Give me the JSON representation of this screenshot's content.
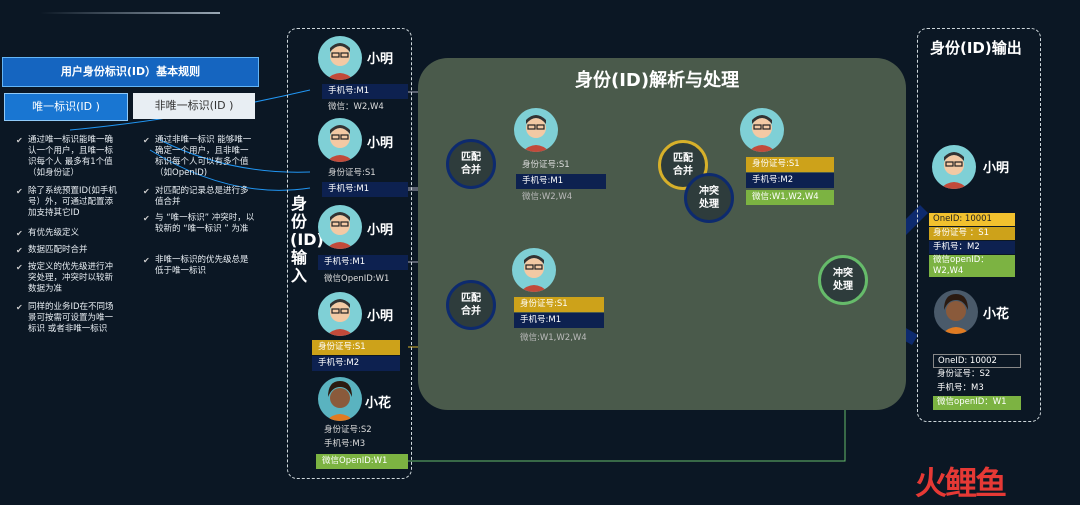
{
  "rules": {
    "title": "用户身份标识(ID）基本规则",
    "tab_unique": "唯一标识(ID )",
    "tab_nonunique": "非唯一标识(ID )",
    "unique_items": [
      "通过唯一标识能唯一确认一个用户，且唯一标识每个人 最多有1个值（如身份证）",
      "除了系统预置ID(如手机号）外，可通过配置添加支持其它ID",
      "有优先级定义",
      "数据匹配时合并",
      "按定义的优先级进行冲突处理，冲突时以较新数据为准",
      "同样的业务ID在不同场景可按需可设置为唯一标识 或者非唯一标识"
    ],
    "nonunique_items": [
      "通过非唯一标识 能够唯一确定一个用户，且非唯一标识每个人可以有多个值（如OpenID)",
      "对匹配的记录总是进行多值合并",
      "与 “唯一标识” 冲突时，以较新的 “唯一标识 ” 为准",
      "非唯一标识的优先级总是低于唯一标识"
    ]
  },
  "input": {
    "label": "身份(ID)输入",
    "people": [
      {
        "name": "小明",
        "fields": [
          "手机号:M1",
          "微信：W2,W4"
        ]
      },
      {
        "name": "小明",
        "fields": [
          "身份证号:S1",
          "手机号:M1"
        ]
      },
      {
        "name": "小明",
        "fields": [
          "手机号:M1",
          "微信OpenID:W1"
        ]
      },
      {
        "name": "小明",
        "fields": [
          "身份证号:S1",
          "手机号:M2"
        ]
      },
      {
        "name": "小花",
        "fields": [
          "身份证号:S2",
          "手机号:M3",
          "微信OpenID:W1"
        ]
      }
    ]
  },
  "process": {
    "title": "身份(ID)解析与处理",
    "match1": "匹配\n合并",
    "match2": "匹配\n合并",
    "match3": "匹配\n合并",
    "conflict1": "冲突\n处理",
    "conflict2": "冲突\n处理",
    "merged_top": [
      "身份证号:S1",
      "手机号:M1",
      "微信:W2,W4"
    ],
    "merged_bottom": [
      "身份证号:S1",
      "手机号:M1",
      "微信:W1,W2,W4"
    ],
    "merged_final": [
      "身份证号:S1",
      "手机号:M2",
      "微信:W1,W2,W4"
    ]
  },
  "output": {
    "title": "身份(ID)输出",
    "person1": {
      "name": "小明",
      "fields": [
        "OneID: 10001",
        "身份证号 ：S1",
        "手机号：M2",
        "微信openID：W2,W4"
      ]
    },
    "person2": {
      "name": "小花",
      "fields": [
        "OneID: 10002",
        "身份证号：S2",
        "手机号：M3",
        "微信openID：W1"
      ]
    }
  },
  "watermark": "火鲤鱼",
  "colors": {
    "navy": "#0d2150",
    "yellow": "#cda21a",
    "green": "#7cb342",
    "panel": "#4a5a4b",
    "background": "#0b1724"
  }
}
